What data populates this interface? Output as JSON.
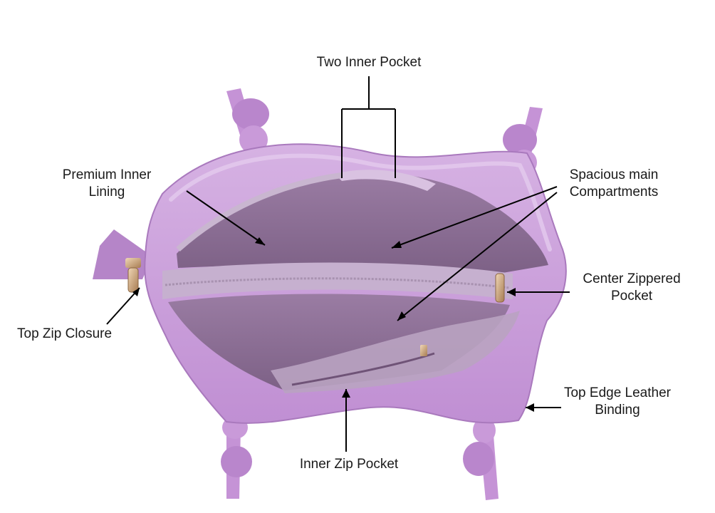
{
  "labels": {
    "two_inner_pocket": "Two Inner Pocket",
    "premium_lining_1": "Premium Inner",
    "premium_lining_2": "Lining",
    "spacious_1": "Spacious main",
    "spacious_2": "Compartments",
    "center_zip_1": "Center Zippered",
    "center_zip_2": "Pocket",
    "top_zip": "Top Zip Closure",
    "edge_binding_1": "Top Edge Leather",
    "edge_binding_2": "Binding",
    "inner_zip": "Inner Zip Pocket"
  },
  "colors": {
    "bag_outer": "#c79ad9",
    "bag_highlight": "#dcbde8",
    "lining": "#8f6f98",
    "lining_dark": "#6f5377",
    "zipper_tape": "#c9b6d0",
    "hardware": "#c9a27a"
  }
}
